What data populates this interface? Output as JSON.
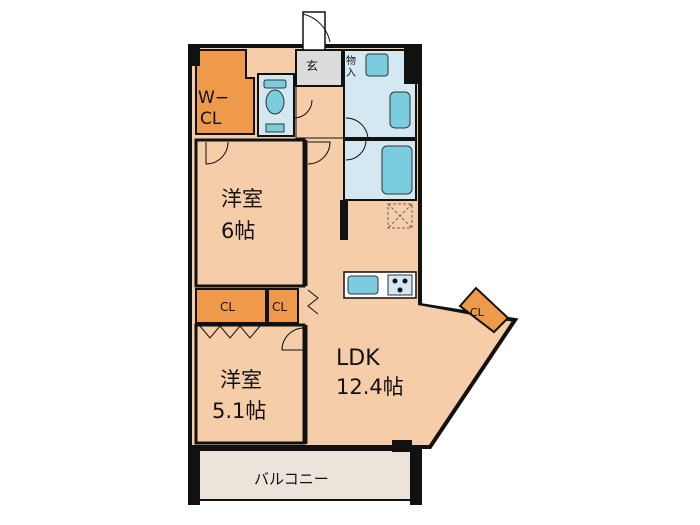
{
  "colors": {
    "room_fill": "#F5CDA8",
    "closet_fill": "#EE9A4A",
    "wet_fill": "#D4E8F2",
    "entrance_fill": "#DCDCDC",
    "balcony_fill": "#ECE3DA",
    "wall": "#111111",
    "fixture": "#7CCCE0"
  },
  "rooms": {
    "wcl_line1": "W−",
    "wcl_line2": "CL",
    "genkan": "玄",
    "monoire_line1": "物",
    "monoire_line2": "入",
    "bedroom1_name": "洋室",
    "bedroom1_size": "6帖",
    "cl_left": "CL",
    "cl_mid": "CL",
    "cl_right": "CL",
    "bedroom2_name": "洋室",
    "bedroom2_size": "5.1帖",
    "ldk_name": "LDK",
    "ldk_size": "12.4帖",
    "balcony": "バルコニー"
  }
}
